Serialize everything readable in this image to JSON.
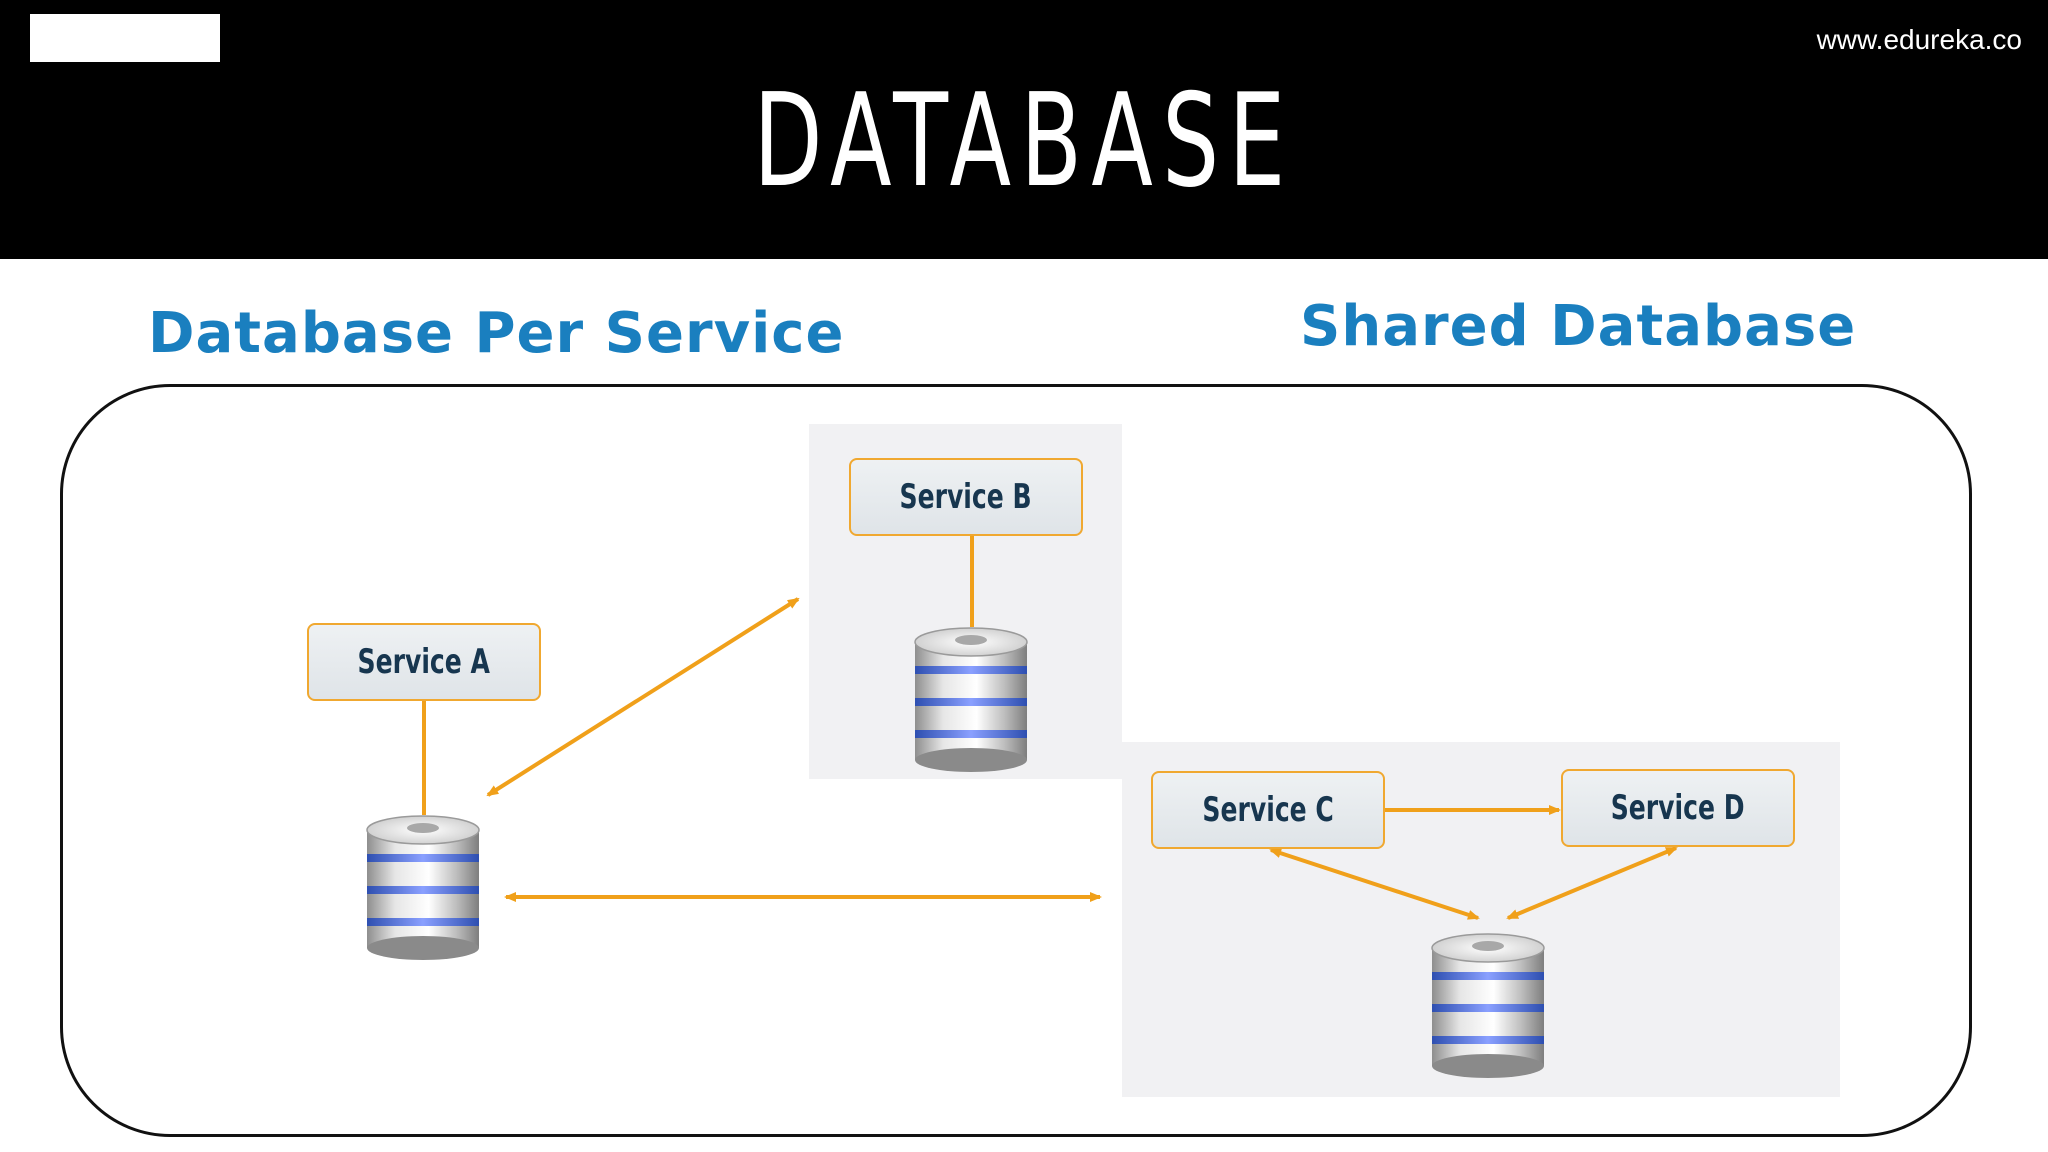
{
  "header": {
    "website": "www.edureka.co",
    "title": "DATABASE"
  },
  "sections": {
    "left_title": "Database Per Service",
    "right_title": "Shared Database"
  },
  "services": {
    "a": "Service A",
    "b": "Service B",
    "c": "Service C",
    "d": "Service D"
  },
  "colors": {
    "header_bg": "#000000",
    "section_title": "#1a7fbf",
    "connector": "#f0a01a",
    "service_border": "#f0a830",
    "service_text": "#17364f",
    "panel_bg": "#f1f1f3",
    "db_band": "#5a78d8"
  },
  "icons": {
    "database": "database-icon"
  }
}
